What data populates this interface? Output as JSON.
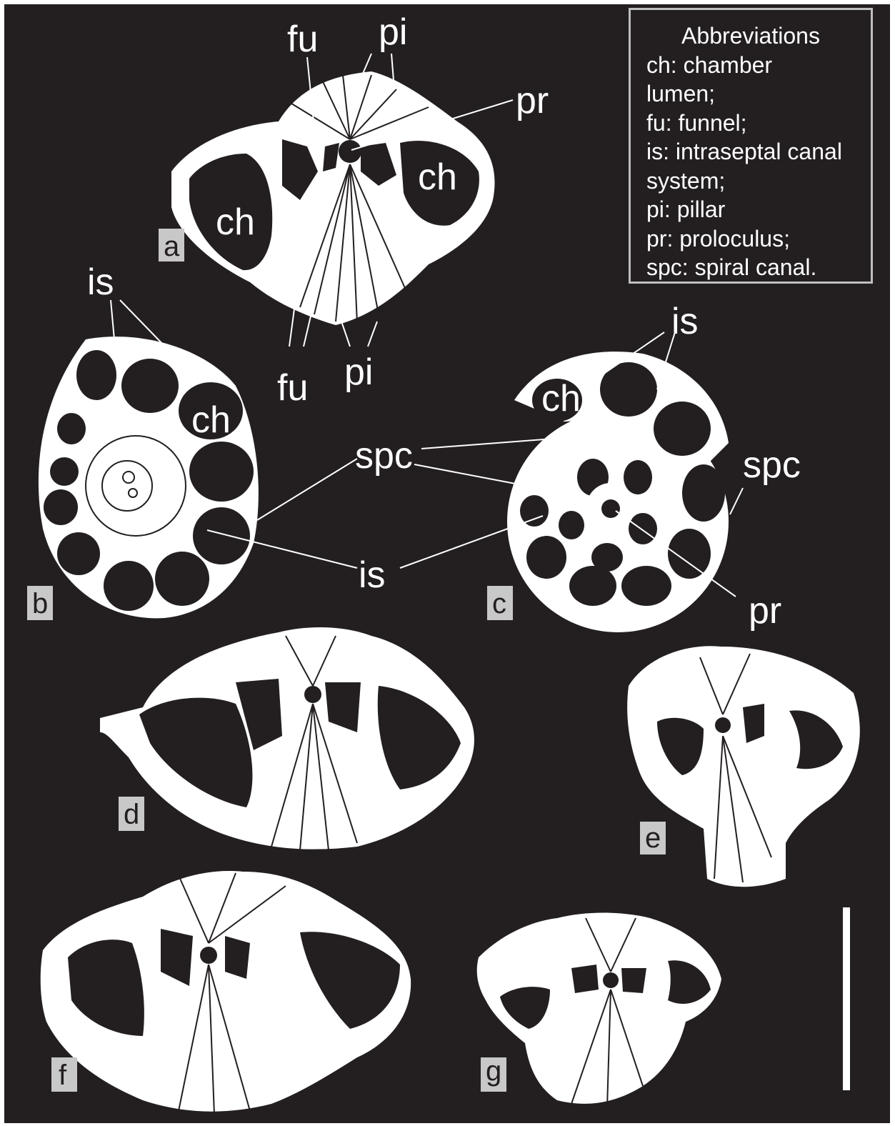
{
  "legend": {
    "title": "Abbreviations",
    "lines": [
      "ch: chamber",
      "lumen;",
      "fu: funnel;",
      "is: intraseptal canal",
      "system;",
      "pi: pillar",
      "pr: proloculus;",
      "spc: spiral canal."
    ]
  },
  "panels": [
    "a",
    "b",
    "c",
    "d",
    "e",
    "f",
    "g"
  ],
  "labels": {
    "fu": "fu",
    "pi": "pi",
    "pr": "pr",
    "ch": "ch",
    "is": "is",
    "spc": "spc"
  },
  "colors": {
    "background": "#231f20",
    "shell": "#ffffff",
    "tag_box": "#c8c8c8"
  }
}
